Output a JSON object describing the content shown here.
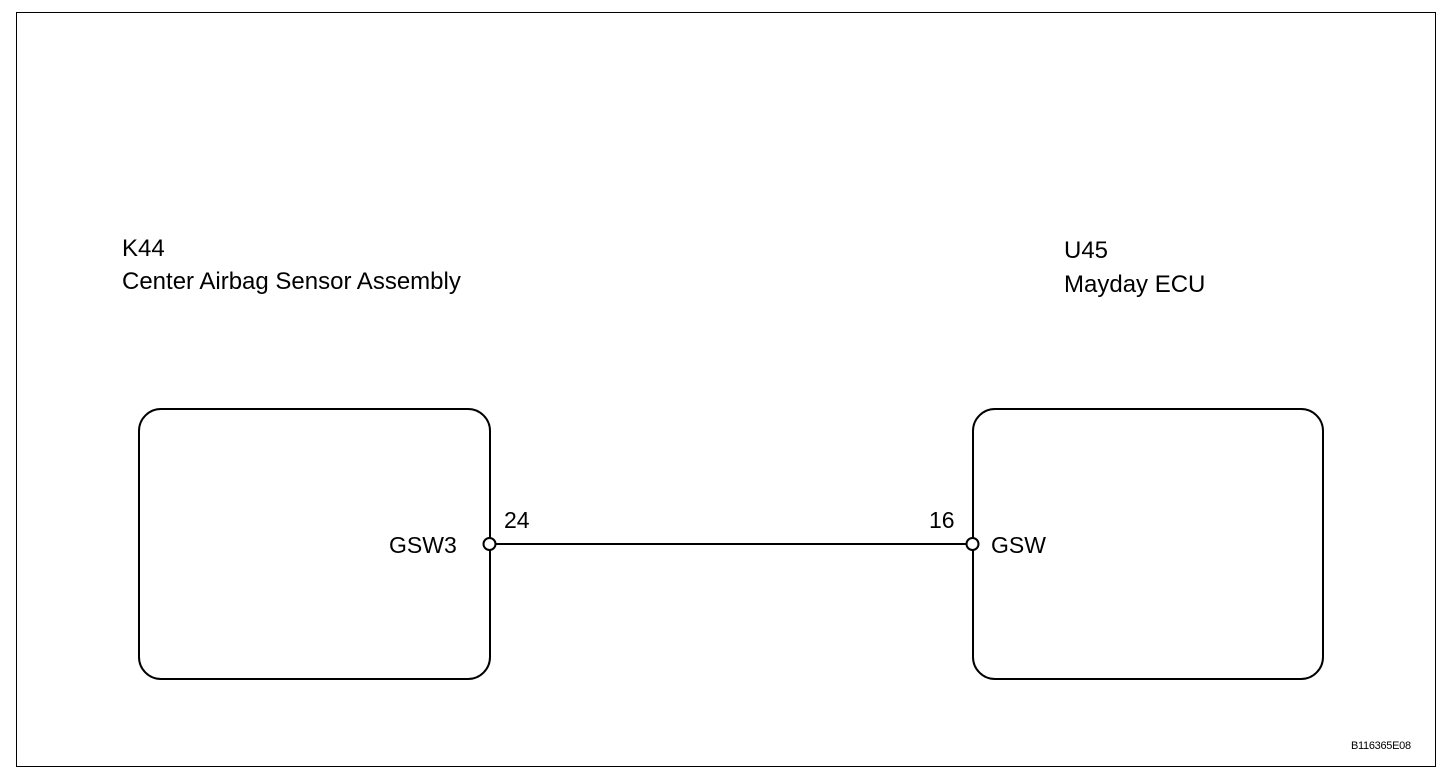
{
  "components": [
    {
      "code": "K44",
      "name": "Center Airbag Sensor Assembly",
      "pin": {
        "name": "GSW3",
        "number": "24"
      }
    },
    {
      "code": "U45",
      "name": "Mayday ECU",
      "pin": {
        "name": "GSW",
        "number": "16"
      }
    }
  ],
  "figure_id": "B116365E08",
  "colors": {
    "line": "#000000",
    "background": "#ffffff"
  }
}
